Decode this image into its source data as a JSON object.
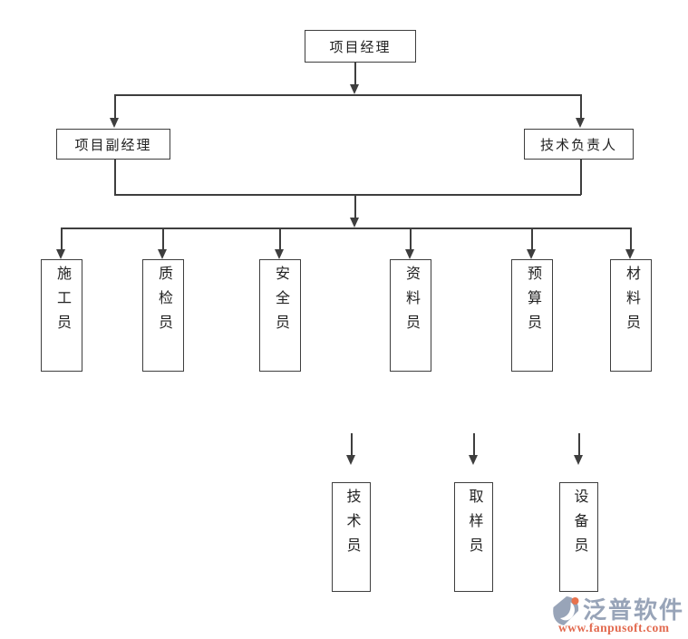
{
  "org_chart": {
    "root_label": "项目经理",
    "level2_labels": [
      "项目副经理",
      "技术负责人"
    ],
    "level3_labels": [
      "施工员",
      "质检员",
      "安全员",
      "资料员",
      "预算员",
      "材料员"
    ],
    "level4_labels": [
      "技术员",
      "取样员",
      "设备员"
    ]
  },
  "watermark": {
    "brand": "泛普软件",
    "url": "www.fanpusoft.com"
  },
  "colors": {
    "line": "#3e3e3e",
    "box_border": "#3e3e3e",
    "text": "#222222",
    "brand_text": "#98a4b8",
    "url_text": "#e2694e",
    "logo_dot": "#e8724d",
    "background": "#ffffff"
  }
}
